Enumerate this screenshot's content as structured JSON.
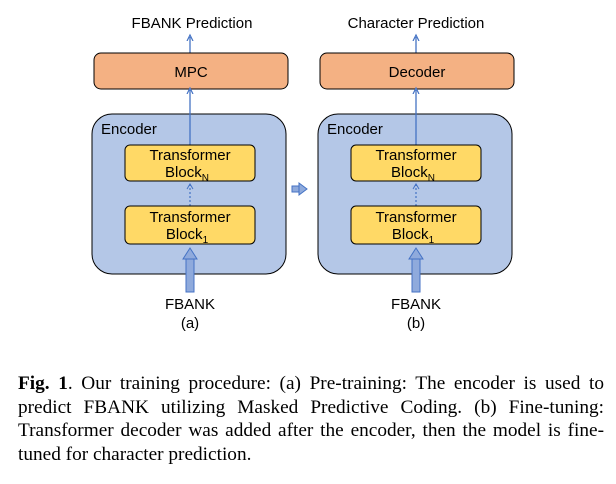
{
  "colors": {
    "encoder_fill": "#b4c7e7",
    "encoder_stroke": "#000000",
    "block_fill": "#ffd966",
    "top_fill": "#f4b183",
    "arrow": "#4472c4",
    "text": "#000000"
  },
  "panel_a": {
    "prediction_label": "FBANK Prediction",
    "top_box_label": "MPC",
    "encoder_label": "Encoder",
    "block_n": {
      "line1": "Transformer",
      "line2": "Block",
      "sub": "N"
    },
    "block_1": {
      "line1": "Transformer",
      "line2": "Block",
      "sub": "1"
    },
    "input_label": "FBANK",
    "panel_label": "(a)"
  },
  "panel_b": {
    "prediction_label": "Character Prediction",
    "top_box_label": "Decoder",
    "encoder_label": "Encoder",
    "block_n": {
      "line1": "Transformer",
      "line2": "Block",
      "sub": "N"
    },
    "block_1": {
      "line1": "Transformer",
      "line2": "Block",
      "sub": "1"
    },
    "input_label": "FBANK",
    "panel_label": "(b)"
  },
  "caption": {
    "fig_label": "Fig. 1",
    "text": ". Our training procedure: (a) Pre-training: The encoder is used to predict FBANK utilizing Masked Predictive Coding. (b) Fine-tuning: Transformer decoder was added after the encoder, then the model is fine-tuned for character prediction."
  }
}
